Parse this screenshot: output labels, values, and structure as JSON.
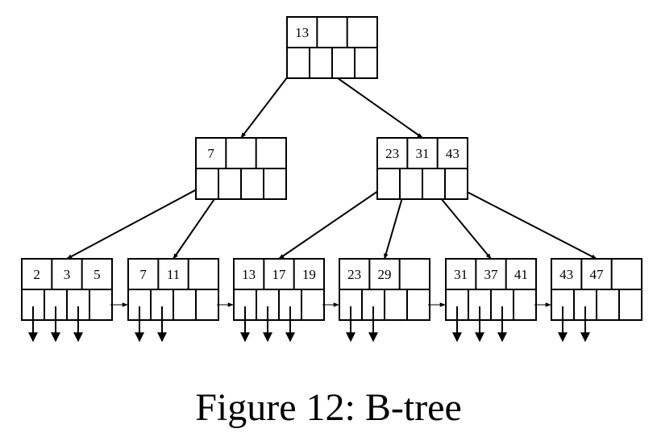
{
  "diagram": {
    "root": {
      "keys": [
        "13"
      ]
    },
    "internal": [
      {
        "keys": [
          "7"
        ]
      },
      {
        "keys": [
          "23",
          "31",
          "43"
        ]
      }
    ],
    "leaves": [
      {
        "keys": [
          "2",
          "3",
          "5"
        ]
      },
      {
        "keys": [
          "7",
          "11"
        ]
      },
      {
        "keys": [
          "13",
          "17",
          "19"
        ]
      },
      {
        "keys": [
          "23",
          "29"
        ]
      },
      {
        "keys": [
          "31",
          "37",
          "41"
        ]
      },
      {
        "keys": [
          "43",
          "47"
        ]
      }
    ],
    "edges": [
      {
        "from": "root",
        "slot": 0,
        "to": "internal-0"
      },
      {
        "from": "root",
        "slot": 1,
        "to": "internal-1"
      },
      {
        "from": "internal-0",
        "slot": 0,
        "to": "leaf-0"
      },
      {
        "from": "internal-0",
        "slot": 1,
        "to": "leaf-1"
      },
      {
        "from": "internal-1",
        "slot": 0,
        "to": "leaf-2"
      },
      {
        "from": "internal-1",
        "slot": 1,
        "to": "leaf-3"
      },
      {
        "from": "internal-1",
        "slot": 2,
        "to": "leaf-4"
      },
      {
        "from": "internal-1",
        "slot": 3,
        "to": "leaf-5"
      }
    ]
  },
  "caption": {
    "figure_label": "Figure 12:",
    "title": "B-tree"
  }
}
